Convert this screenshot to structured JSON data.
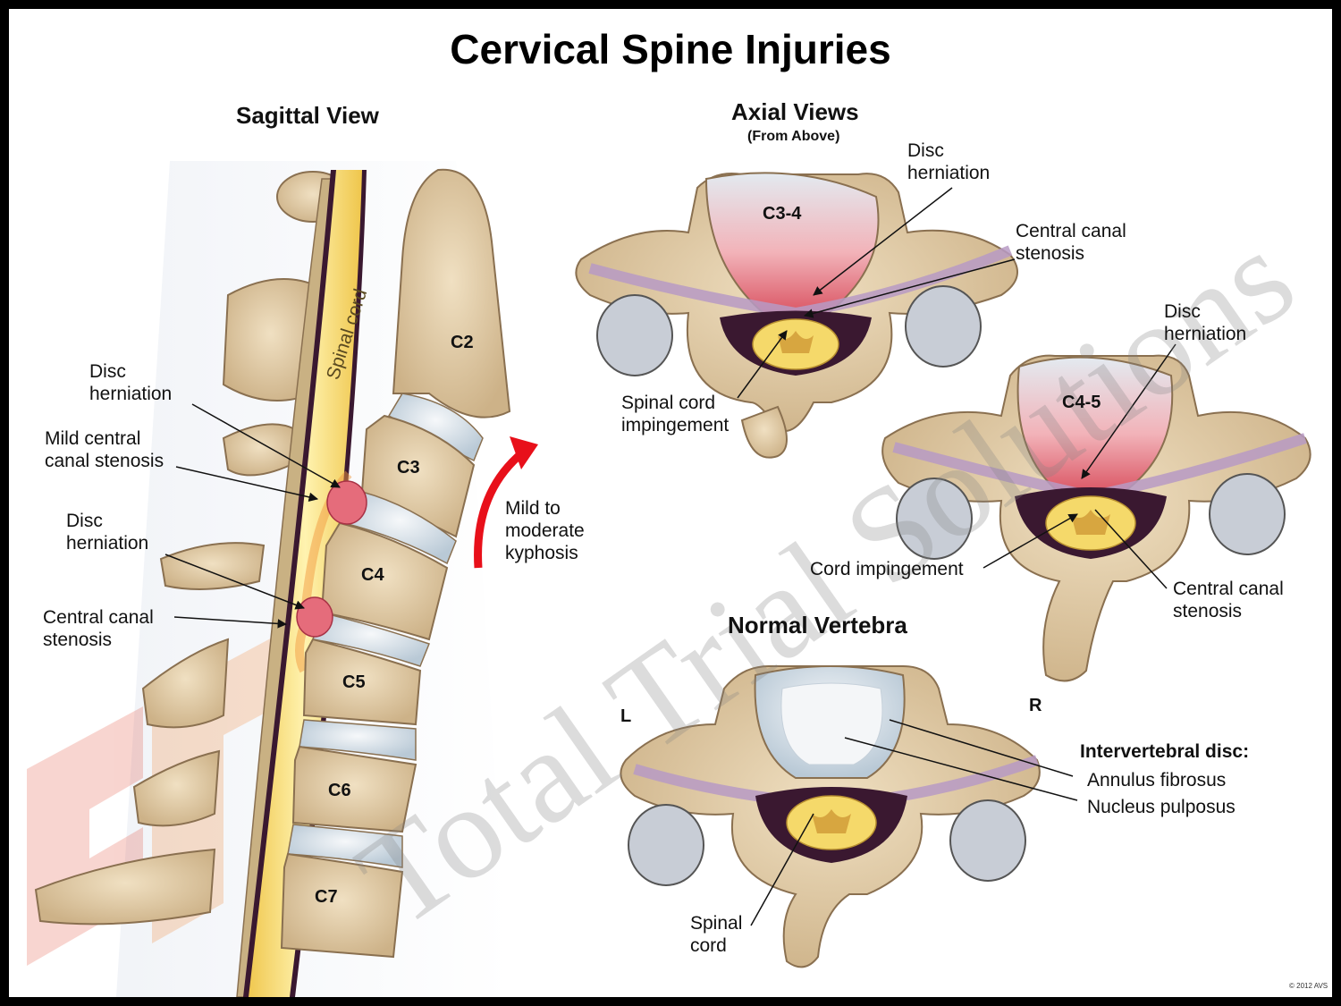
{
  "title": "Cervical Spine Injuries",
  "watermark": "Total Trial Solutions",
  "sagittal": {
    "heading": "Sagittal View",
    "spinal_cord_label": "Spinal cord",
    "vertebrae": [
      "C2",
      "C3",
      "C4",
      "C5",
      "C6",
      "C7"
    ],
    "labels": {
      "disc_herniation_1": "Disc\nherniation",
      "mild_stenosis": "Mild central\ncanal stenosis",
      "disc_herniation_2": "Disc\nherniation",
      "central_stenosis": "Central canal\nstenosis"
    },
    "kyphosis_label": "Mild to\nmoderate\nkyphosis",
    "arrow_color": "#e8101a"
  },
  "axial": {
    "heading": "Axial Views",
    "subheading": "(From Above)",
    "c34": {
      "level": "C3-4",
      "disc_herniation": "Disc\nherniation",
      "central_stenosis": "Central canal\nstenosis",
      "cord_impingement": "Spinal cord\nimpingement"
    },
    "c45": {
      "level": "C4-5",
      "disc_herniation": "Disc\nherniation",
      "cord_impingement": "Cord impingement",
      "central_stenosis": "Central canal\nstenosis"
    }
  },
  "normal": {
    "heading": "Normal Vertebra",
    "left": "L",
    "right": "R",
    "disc_heading": "Intervertebral disc:",
    "annulus": "Annulus fibrosus",
    "nucleus": "Nucleus pulposus",
    "spinal_cord": "Spinal\ncord"
  },
  "copyright": "© 2012 AVS",
  "colors": {
    "bone": "#dfc9a5",
    "bone_edge": "#8a7050",
    "disc": "#d8e2ea",
    "herniation": "#e77a86",
    "cord": "#f5d96a",
    "nerve": "#b79ac4",
    "dura": "#3a1830"
  }
}
